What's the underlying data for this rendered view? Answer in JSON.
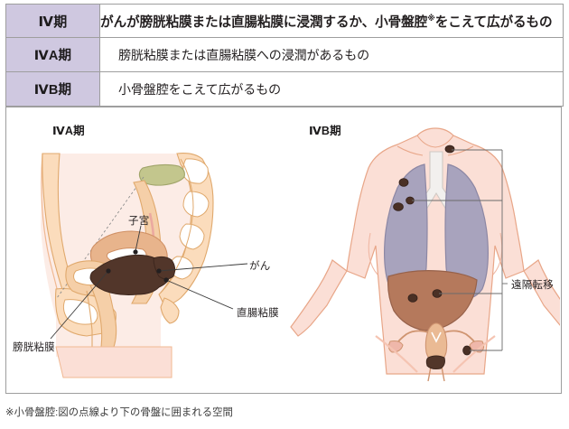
{
  "table": {
    "rows": [
      {
        "stage": "Ⅳ期",
        "desc_pre": "がんが膀胱粘膜または直腸粘膜に浸潤するか、小骨盤腔",
        "desc_mark": "※",
        "desc_post": "をこえて広がるもの"
      },
      {
        "stage": "ⅣA期",
        "desc": "膀胱粘膜または直腸粘膜への浸潤があるもの"
      },
      {
        "stage": "ⅣB期",
        "desc": "小骨盤腔をこえて広がるもの"
      }
    ]
  },
  "figures": {
    "left": {
      "caption": "ⅣA期",
      "labels": {
        "uterus": "子宮",
        "cancer": "がん",
        "rectal_mucosa": "直腸粘膜",
        "bladder_mucosa": "膀胱粘膜"
      }
    },
    "right": {
      "caption": "ⅣB期",
      "labels": {
        "distant_metastasis": "遠隔転移"
      }
    }
  },
  "footnote": "※小骨盤腔:図の点線より下の骨盤に囲まれる空間",
  "colors": {
    "header_cell": "#cfc8e0",
    "border": "#9e9e9e",
    "skin": "#fbe0d2",
    "bone": "#f8d9b6",
    "bone_line": "#e0a96d",
    "uterus": "#e8b48c",
    "tumor": "#52362a",
    "lung": "#a8a3bd",
    "liver": "#b5795c",
    "green_organ": "#bfc38a",
    "pink_tissue": "#f7cfc7"
  }
}
